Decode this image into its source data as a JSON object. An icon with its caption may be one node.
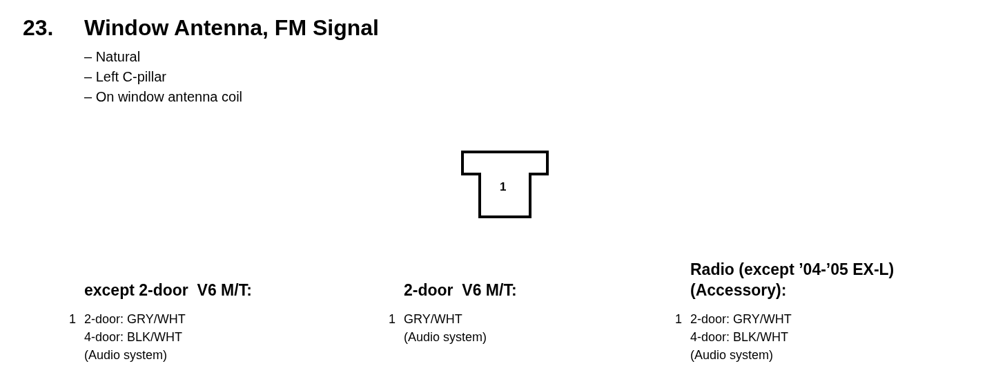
{
  "diagram": {
    "title": "Window Antenna, FM Signal",
    "nodes": [
      {
        "text": [
          "1"
        ]
      }
    ],
    "labels": [
      "23.",
      "– Natural",
      "– Left C-pillar",
      "– On window antenna coil",
      "except 2-door  V6 M/T:",
      "1",
      "2-door: GRY/WHT",
      "4-door: BLK/WHT",
      "(Audio system)",
      "2-door  V6 M/T:",
      "1",
      "GRY/WHT",
      "(Audio system)",
      "Radio (except ’04-’05 EX-L)",
      "(Accessory):",
      "1",
      "2-door: GRY/WHT",
      "4-door: BLK/WHT",
      "(Audio system)"
    ]
  }
}
